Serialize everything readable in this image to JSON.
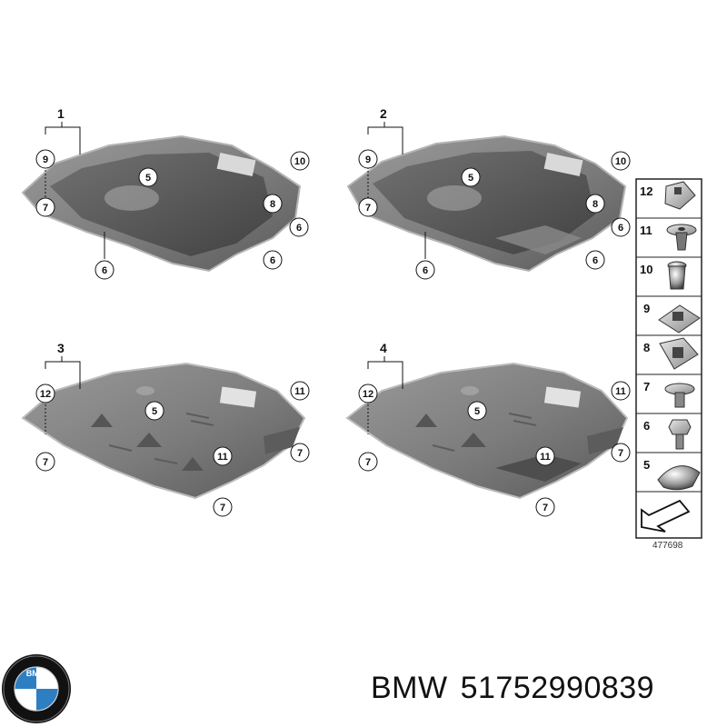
{
  "diagram": {
    "reference_code": "477698",
    "groups": [
      {
        "label": "1",
        "callouts": [
          "9",
          "5",
          "10",
          "8",
          "7",
          "6",
          "6",
          "6"
        ]
      },
      {
        "label": "2",
        "callouts": [
          "9",
          "5",
          "10",
          "8",
          "7",
          "6",
          "6",
          "6"
        ]
      },
      {
        "label": "3",
        "callouts": [
          "12",
          "5",
          "11",
          "11",
          "7",
          "7",
          "7"
        ]
      },
      {
        "label": "4",
        "callouts": [
          "12",
          "5",
          "11",
          "11",
          "7",
          "7",
          "7"
        ]
      }
    ],
    "legend": [
      "12",
      "11",
      "10",
      "9",
      "8",
      "7",
      "6",
      "5"
    ]
  },
  "brand": {
    "name": "BMW",
    "part_number": "51752990839",
    "logo_letters": "BMW"
  },
  "colors": {
    "panel_fill": "#8c8c8c",
    "panel_edge": "#b9b9b9",
    "panel_dark": "#5e5e5e",
    "bmw_blue": "#2d7fc1",
    "bmw_ring": "#111111"
  }
}
